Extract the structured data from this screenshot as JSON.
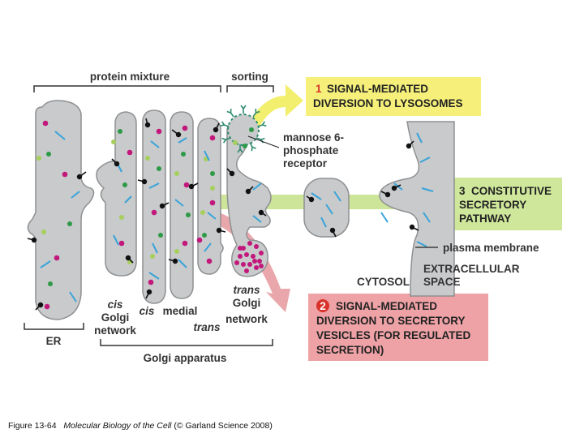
{
  "labels": {
    "protein_mixture": "protein mixture",
    "sorting": "sorting",
    "mannose_receptor": [
      "mannose 6-",
      "phosphate",
      "receptor"
    ],
    "plasma_membrane": "plasma membrane",
    "cytosol": "CYTOSOL",
    "extracellular": [
      "EXTRACELLULAR",
      "SPACE"
    ],
    "er": "ER",
    "cis": "cis",
    "golgi": "Golgi",
    "network": "network",
    "medial": "medial",
    "trans": "trans",
    "golgi_apparatus": "Golgi apparatus"
  },
  "pathways": [
    {
      "number": "1",
      "lines": [
        "SIGNAL-MEDIATED",
        "DIVERSION TO LYSOSOMES"
      ]
    },
    {
      "number": "3",
      "lines": [
        "CONSTITUTIVE",
        "SECRETORY",
        "PATHWAY"
      ]
    },
    {
      "number": "2",
      "lines": [
        "SIGNAL-MEDIATED",
        "DIVERSION TO SECRETORY",
        "VESICLES (FOR REGULATED",
        "SECRETION)"
      ]
    }
  ],
  "caption": {
    "prefix": "Figure 13-64",
    "title": "Molecular Biology of the Cell",
    "suffix": "(© Garland Science 2008)"
  },
  "colors": {
    "membrane_fill": "#c8cacb",
    "membrane_edge": "#8e9092",
    "yellow_box": "#f6f07a",
    "yellow_arrow": "#f2ef6e",
    "green_box": "#cfe79b",
    "green_arrow": "#cde598",
    "red_box": "#eea2a6",
    "red_arrow": "#e9a7ab",
    "badge_red": "#d9322b",
    "magenta_dot": "#c2187b",
    "green_dot": "#2e9a47",
    "lightgreen_dot": "#a6cf5c",
    "blue_dash": "#39a3da",
    "receptor_teal": "#2e8a6f"
  }
}
